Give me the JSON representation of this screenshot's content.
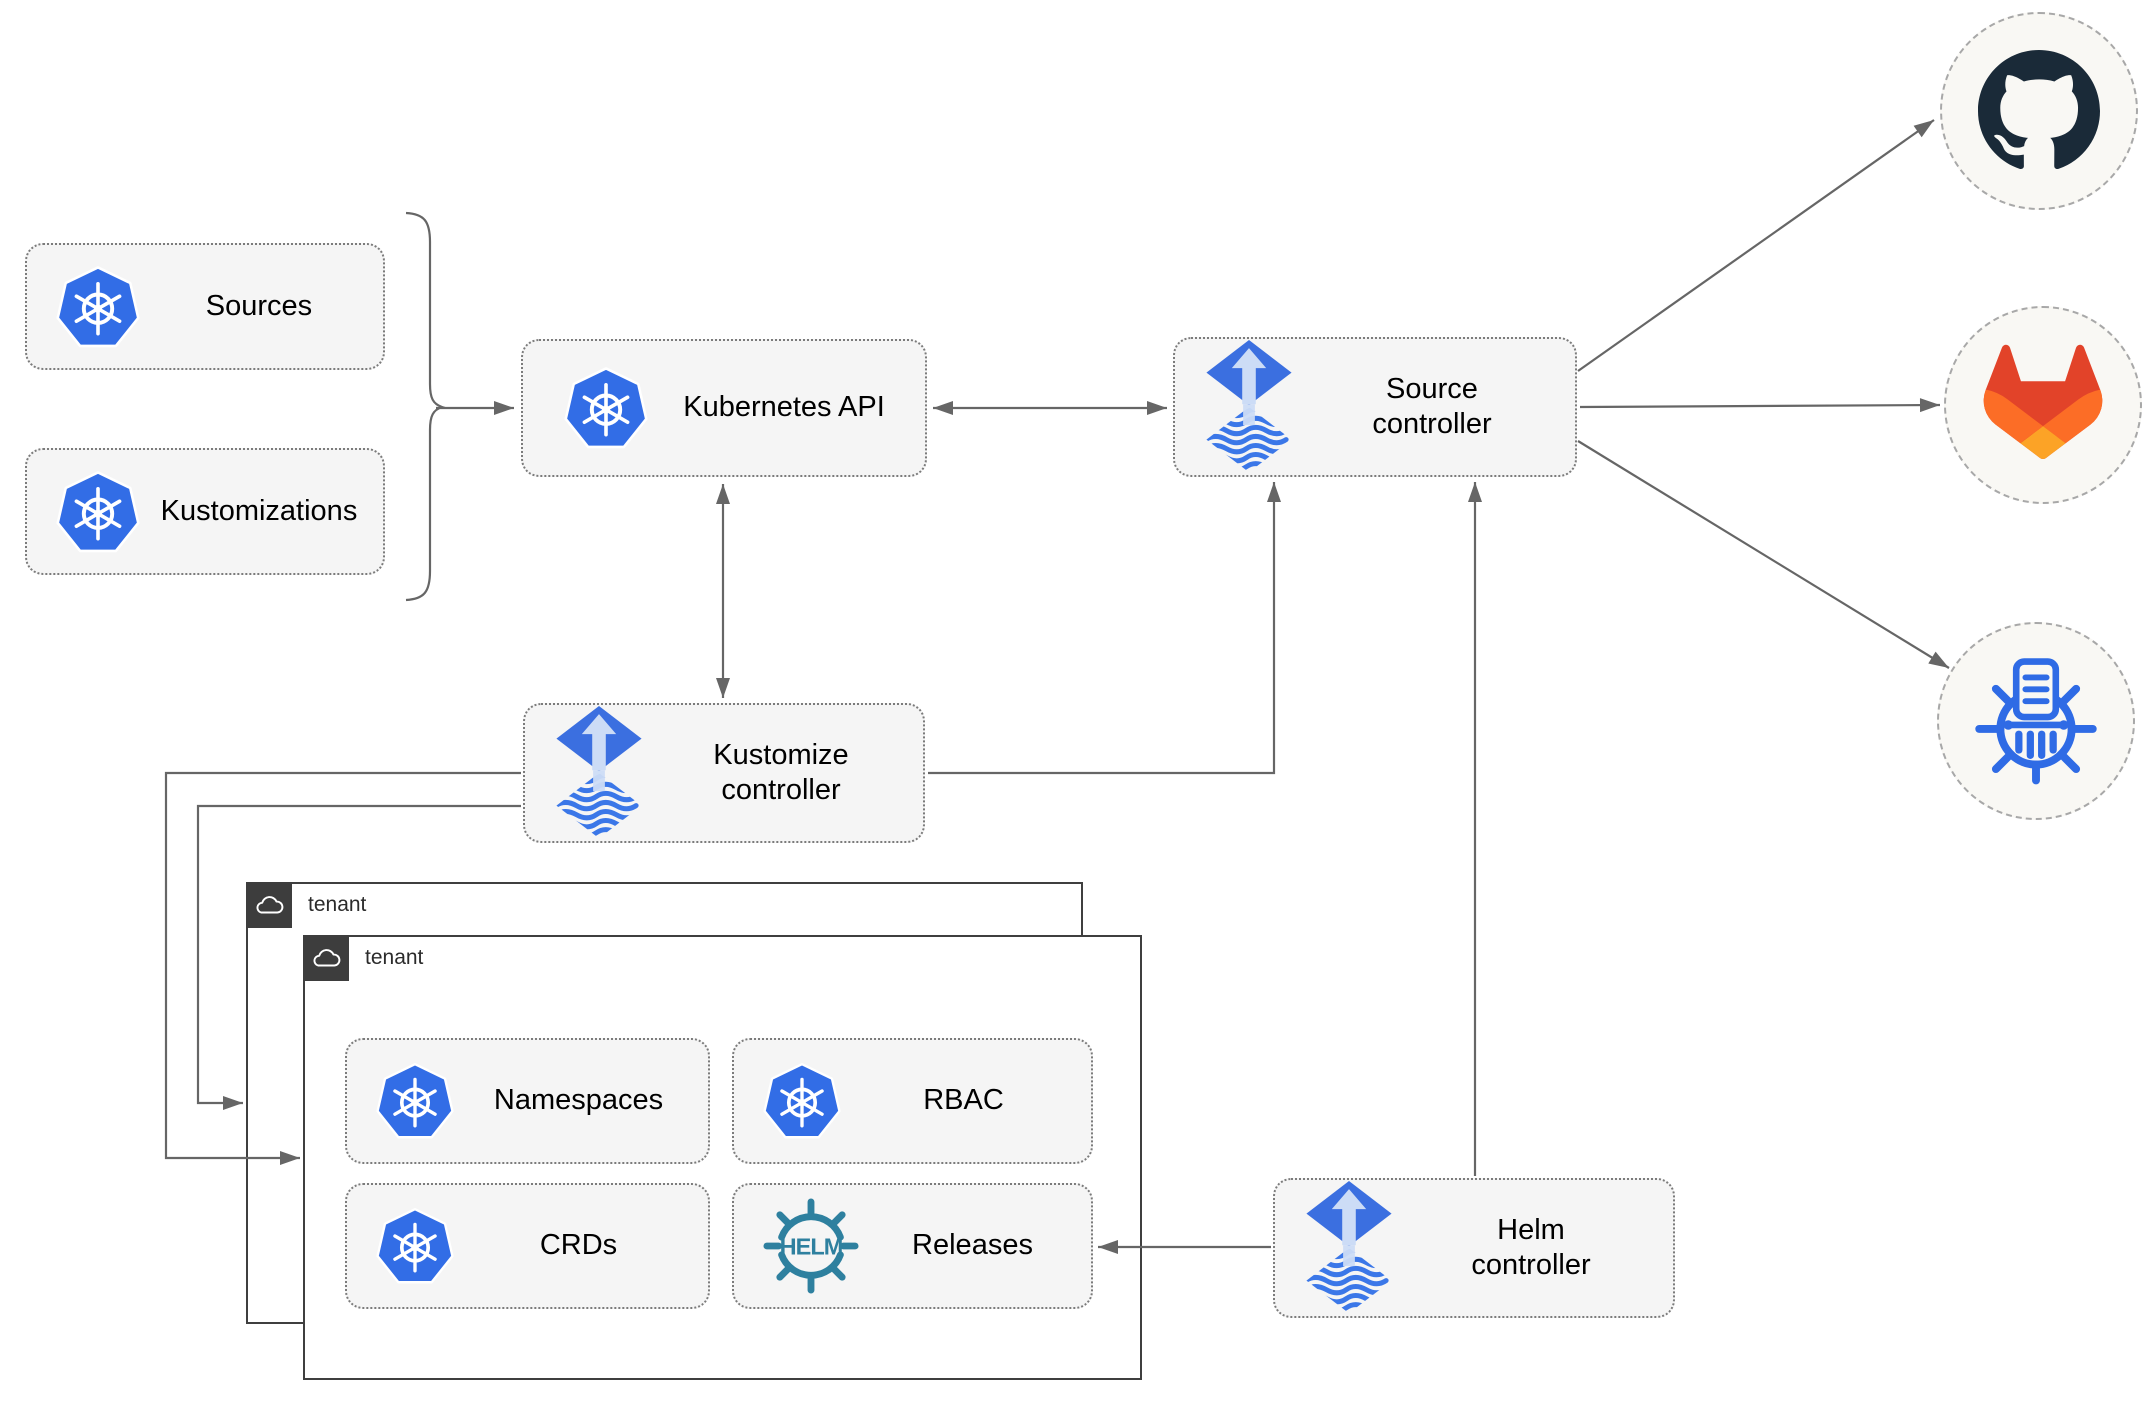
{
  "nodes": {
    "sources": "Sources",
    "kustomizations": "Kustomizations",
    "kubernetes_api": "Kubernetes API",
    "source_controller": [
      "Source",
      "controller"
    ],
    "kustomize_controller": [
      "Kustomize",
      "controller"
    ],
    "helm_controller": [
      "Helm",
      "controller"
    ],
    "namespaces": "Namespaces",
    "rbac": "RBAC",
    "crds": "CRDs",
    "releases": "Releases",
    "tenant_outer": "tenant",
    "tenant_inner": "tenant"
  },
  "icons": {
    "kubernetes": "kubernetes-logo",
    "flux": "flux-logo",
    "helm": "helm-logo",
    "helm_text": "HELM",
    "github": "github-logo",
    "gitlab": "gitlab-logo",
    "helm_repository": "helm-repository-logo",
    "cloud": "cloud"
  },
  "colors": {
    "kubernetes_blue": "#326de6",
    "flux_blue": "#3b6fe0",
    "flux_wave_blue": "#3b77e8",
    "flux_arrow_light": "#ccdcf6",
    "helm_teal": "#2e809f",
    "github_dark": "#1a2a38",
    "gitlab_red": "#e24329",
    "gitlab_orange": "#fc6d26",
    "gitlab_yellow": "#fca326",
    "connector_gray": "#666666",
    "node_fill": "#f5f5f5",
    "tenant_badge": "#3d3d3d"
  }
}
